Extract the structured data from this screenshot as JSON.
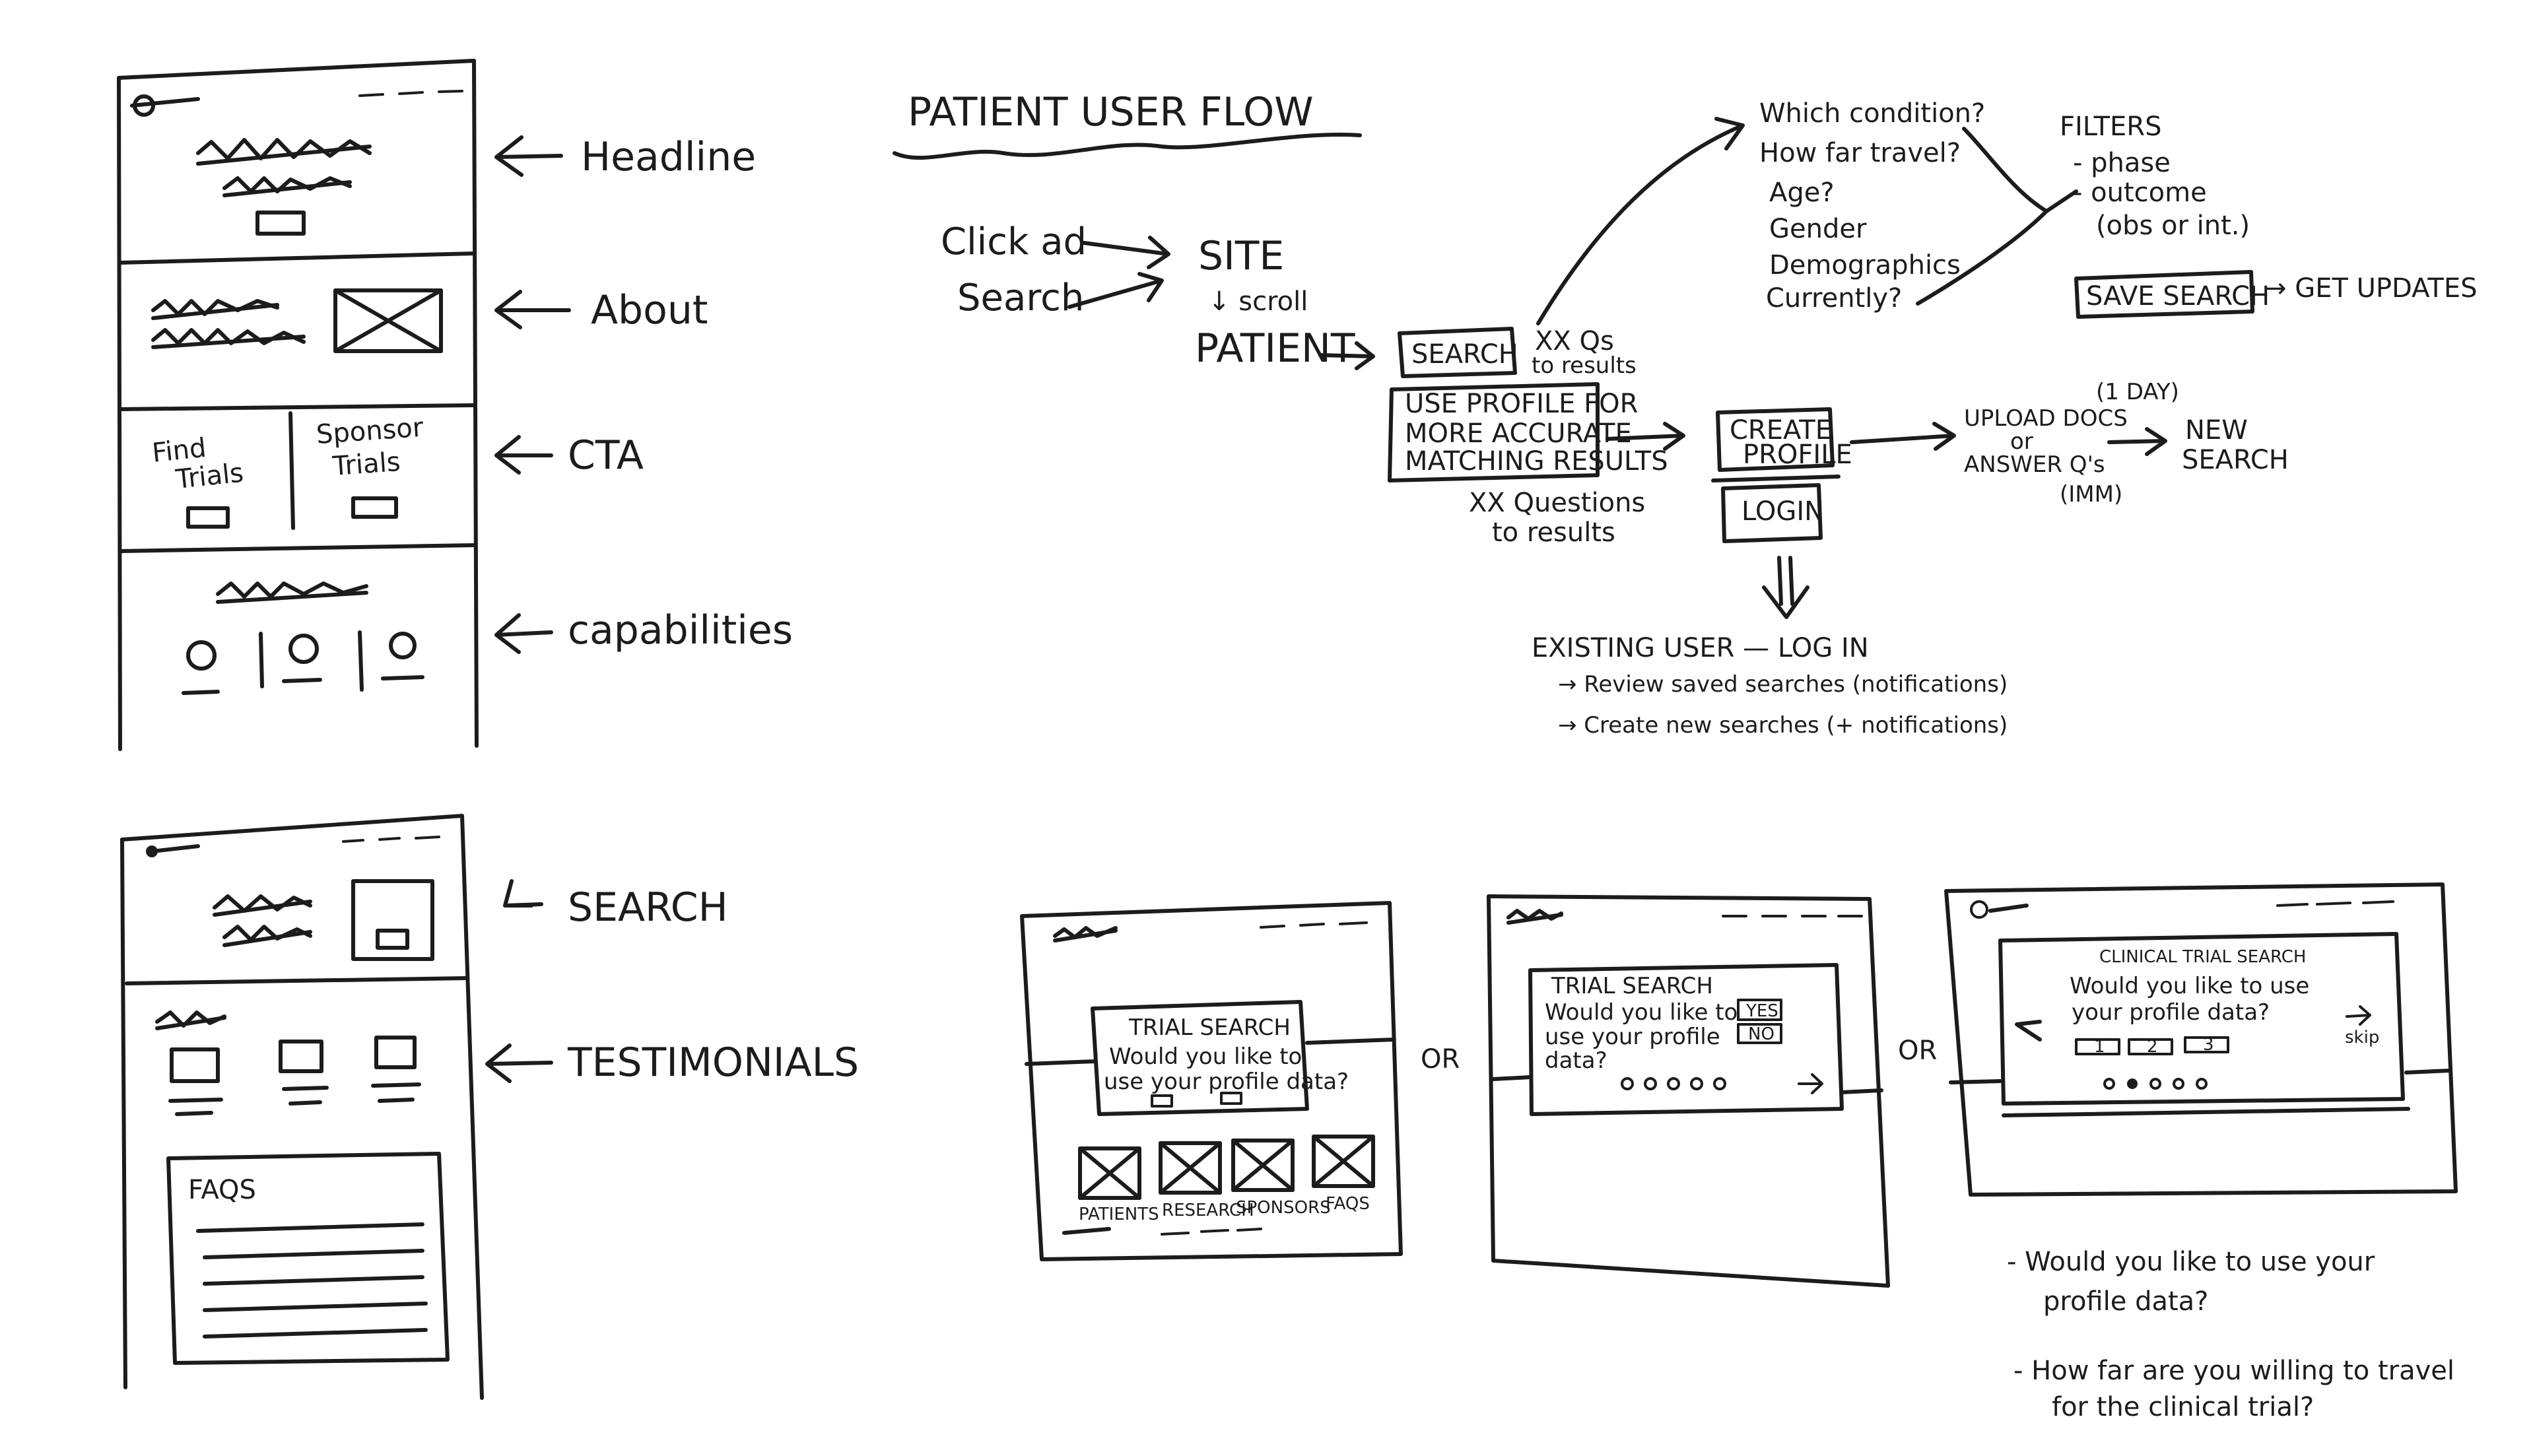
{
  "wireframe_home": {
    "labels": {
      "headline": "Headline",
      "about": "About",
      "cta": "CTA",
      "capabilities": "capabilities"
    },
    "cta_left": [
      "Find",
      "Trials"
    ],
    "cta_right": [
      "Sponsor",
      "Trials"
    ]
  },
  "wireframe_search": {
    "labels": {
      "search": "SEARCH",
      "testimonials": "TESTIMONIALS"
    },
    "faqs": "FAQS"
  },
  "flow": {
    "title": "PATIENT USER FLOW",
    "click_ad": "Click ad",
    "search_entry": "Search",
    "site": "SITE",
    "scroll": "↓ scroll",
    "patient": "PATIENT",
    "search_box": "SEARCH",
    "xx_qs": [
      "XX Qs",
      "to results"
    ],
    "use_profile": [
      "USE PROFILE FOR",
      "MORE ACCURATE",
      "MATCHING RESULTS"
    ],
    "xx_questions": [
      "XX Questions",
      "to results"
    ],
    "questions": [
      "Which condition?",
      "How far travel?",
      "Age?",
      "Gender",
      "Demographics",
      "Currently?"
    ],
    "filters_title": "FILTERS",
    "filters": [
      "- phase",
      "- outcome",
      "(obs or int.)"
    ],
    "save_search": "SAVE SEARCH",
    "get_updates": "→ GET UPDATES",
    "create_profile": [
      "CREATE",
      "PROFILE"
    ],
    "login_box": "LOGIN",
    "upload": [
      "UPLOAD DOCS",
      "or",
      "ANSWER Q's"
    ],
    "day": "(1 DAY)",
    "imm": "(IMM)",
    "new_search": [
      "NEW",
      "SEARCH"
    ],
    "existing_user": "EXISTING USER — LOG IN",
    "existing_items": [
      "→ Review saved searches (notifications)",
      "→ Create new searches (+ notifications)"
    ]
  },
  "variants": {
    "or": "OR",
    "v1": {
      "title": "TRIAL SEARCH",
      "question": [
        "Would you like to",
        "use your profile data?"
      ],
      "tiles": [
        "PATIENTS",
        "RESEARCH",
        "SPONSORS",
        "FAQS"
      ]
    },
    "v2": {
      "title": "TRIAL SEARCH",
      "question": [
        "Would you like to",
        "use your profile",
        "data?"
      ],
      "yes": "YES",
      "no": "NO"
    },
    "v3": {
      "title": "CLINICAL TRIAL SEARCH",
      "question": [
        "Would you like to use",
        "your profile data?"
      ],
      "options": [
        "1",
        "2",
        "3"
      ],
      "skip": "skip"
    }
  },
  "notes": {
    "note1": [
      "- Would you like to use your",
      "profile data?"
    ],
    "note2": [
      "- How far are you willing to travel",
      "for the clinical trial?"
    ]
  }
}
